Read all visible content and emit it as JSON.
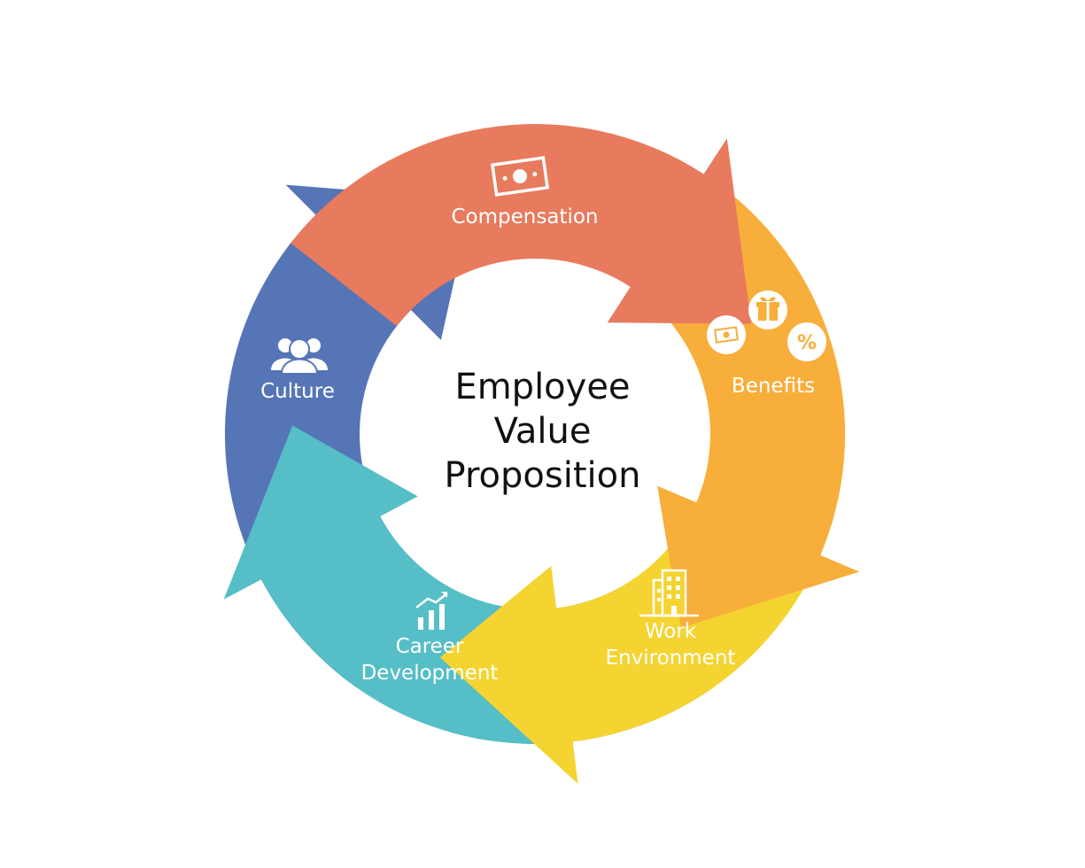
{
  "center": {
    "lines": [
      "Employee",
      "Value",
      "Proposition"
    ]
  },
  "segments": [
    {
      "id": "compensation",
      "label_lines": [
        "Compensation"
      ],
      "color": "#E87A5D",
      "icon": "money-bill-icon"
    },
    {
      "id": "benefits",
      "label_lines": [
        "Benefits"
      ],
      "color": "#F7AE3B",
      "icon": "benefits-icons"
    },
    {
      "id": "work-environment",
      "label_lines": [
        "Work",
        "Environment"
      ],
      "color": "#F5D432",
      "icon": "office-building-icon"
    },
    {
      "id": "career-development",
      "label_lines": [
        "Career",
        "Development"
      ],
      "color": "#56BEC6",
      "icon": "growth-chart-icon"
    },
    {
      "id": "culture",
      "label_lines": [
        "Culture"
      ],
      "color": "#5575B7",
      "icon": "people-group-icon"
    }
  ],
  "benefit_icons": [
    "money-bill-icon",
    "gift-icon",
    "percent-icon"
  ],
  "percent_symbol": "%"
}
